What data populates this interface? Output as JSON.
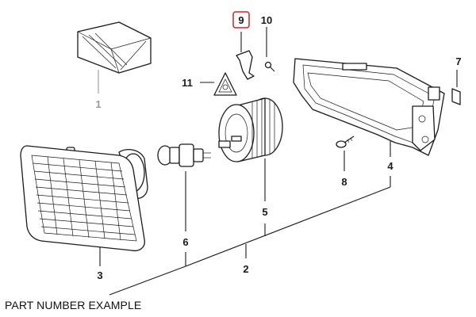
{
  "caption": "PART NUMBER EXAMPLE",
  "highlight_color": "#cc2222",
  "callouts": [
    {
      "id": "c1",
      "label": "1",
      "faded": true
    },
    {
      "id": "c2",
      "label": "2"
    },
    {
      "id": "c3",
      "label": "3"
    },
    {
      "id": "c4",
      "label": "4"
    },
    {
      "id": "c5",
      "label": "5"
    },
    {
      "id": "c6",
      "label": "6"
    },
    {
      "id": "c7",
      "label": "7"
    },
    {
      "id": "c8",
      "label": "8"
    },
    {
      "id": "c9",
      "label": "9",
      "highlighted": true
    },
    {
      "id": "c10",
      "label": "10"
    },
    {
      "id": "c11",
      "label": "11"
    }
  ]
}
